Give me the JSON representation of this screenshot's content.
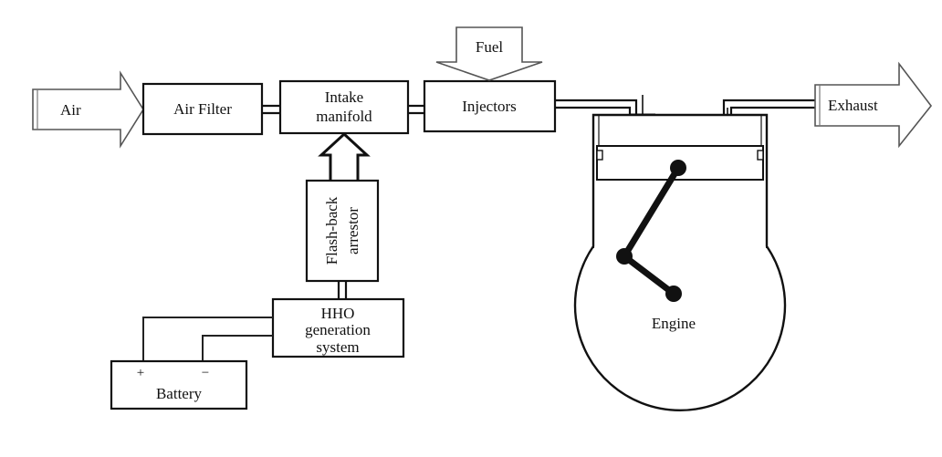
{
  "diagram": {
    "air": "Air",
    "air_filter": "Air Filter",
    "intake_line1": "Intake",
    "intake_line2": "manifold",
    "injectors": "Injectors",
    "fuel": "Fuel",
    "exhaust": "Exhaust",
    "arrestor_line1": "Flash-back",
    "arrestor_line2": "arrestor",
    "hho_line1": "HHO",
    "hho_line2": "generation",
    "hho_line3": "system",
    "battery": "Battery",
    "plus": "+",
    "minus": "−",
    "engine": "Engine"
  }
}
